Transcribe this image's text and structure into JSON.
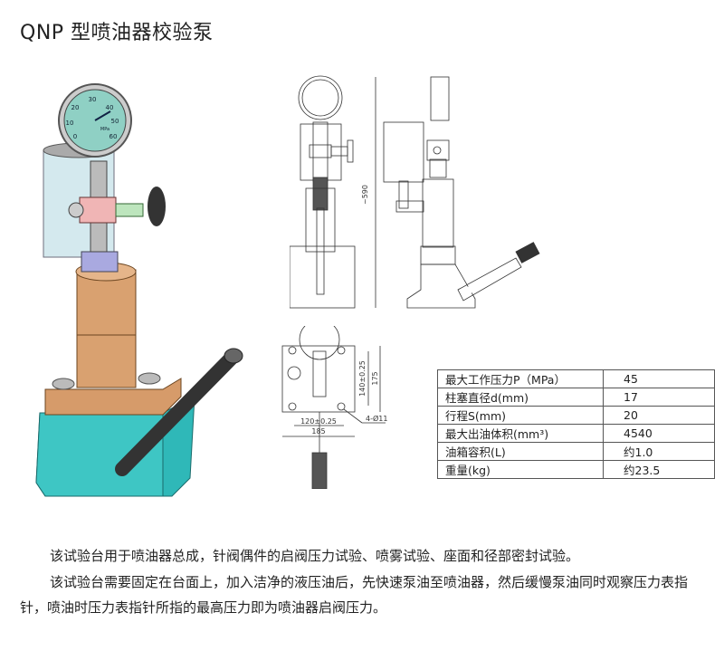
{
  "title": "QNP 型喷油器校验泵",
  "photo": {
    "gauge_ticks": [
      "0",
      "10",
      "20",
      "30",
      "40",
      "50",
      "60"
    ],
    "gauge_unit": "MPa"
  },
  "drawing": {
    "height_dim": "~590",
    "dim_140": "140±0.25",
    "dim_175": "175",
    "dim_120": "120±0.25",
    "dim_185": "185",
    "holes": "4-Ø11"
  },
  "spec_table": {
    "rows": [
      {
        "label": "最大工作压力P（MPa）",
        "value": "45"
      },
      {
        "label": "柱塞直径d(mm)",
        "value": "17"
      },
      {
        "label": "行程S(mm)",
        "value": "20"
      },
      {
        "label": "最大出油体积(mm³)",
        "value": "4540"
      },
      {
        "label": "油箱容积(L)",
        "value": "约1.0"
      },
      {
        "label": "重量(kg)",
        "value": "约23.5"
      }
    ]
  },
  "description": {
    "p1": "该试验台用于喷油器总成，针阀偶件的启阀压力试验、喷雾试验、座面和径部密封试验。",
    "p2": "该试验台需要固定在台面上，加入洁净的液压油后，先快速泵油至喷油器，然后缓慢泵油同时观察压力表指针，喷油时压力表指针所指的最高压力即为喷油器启阀压力。"
  }
}
